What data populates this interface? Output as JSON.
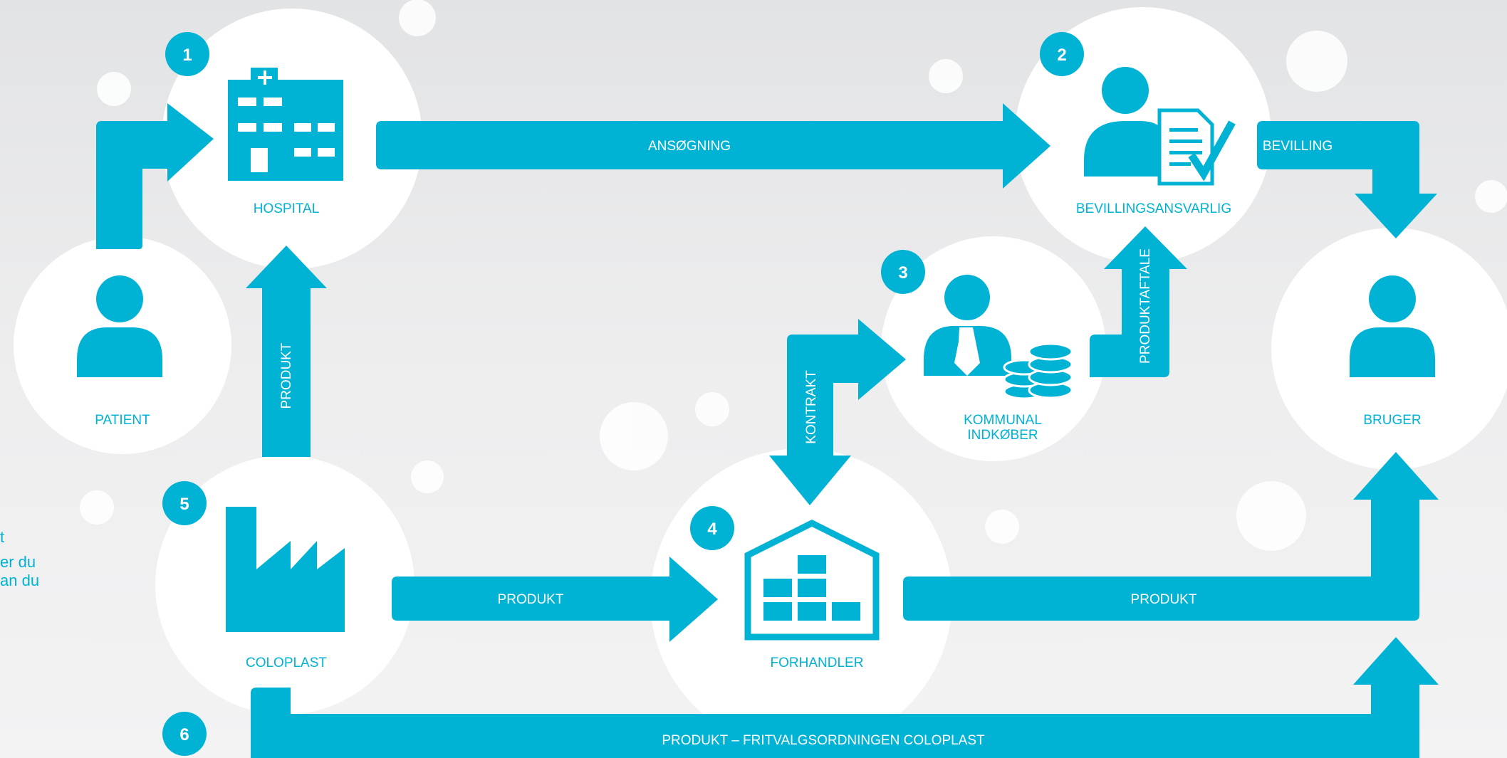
{
  "colors": {
    "accent": "#00b2d4",
    "circle": "#ffffff",
    "background": "#e9e9ea"
  },
  "nodes": {
    "hospital": {
      "label": "HOSPITAL",
      "badge": "1",
      "icon": "hospital-building-icon"
    },
    "bevillingsansvarlig": {
      "label": "BEVILLINGSANSVARLIG",
      "badge": "2",
      "icon": "person-document-check-icon"
    },
    "kommunal": {
      "label_line1": "KOMMUNAL",
      "label_line2": "INDKØBER",
      "badge": "3",
      "icon": "businessman-coins-icon"
    },
    "forhandler": {
      "label": "FORHANDLER",
      "badge": "4",
      "icon": "warehouse-boxes-icon"
    },
    "coloplast": {
      "label": "COLOPLAST",
      "badge": "5",
      "icon": "factory-icon"
    },
    "patient": {
      "label": "PATIENT",
      "icon": "person-icon"
    },
    "bruger": {
      "label": "BRUGER",
      "icon": "person-icon"
    }
  },
  "arrows": {
    "ansogning": "ANSØGNING",
    "bevilling": "BEVILLING",
    "produktaftale": "PRODUKTAFTALE",
    "kontrakt": "KONTRAKT",
    "produkt_hospital": "PRODUKT",
    "produkt_coloplast_forhandler": "PRODUKT",
    "produkt_forhandler_bruger": "PRODUKT",
    "fritvalg": "PRODUKT – FRITVALGSORDNINGEN COLOPLAST",
    "fritvalg_badge": "6"
  },
  "side_text": [
    "t",
    "er du",
    "an du"
  ]
}
